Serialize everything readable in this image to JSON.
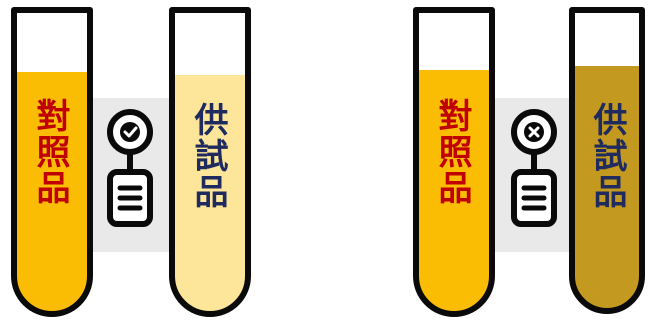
{
  "panels": [
    {
      "control": {
        "label": "對照品",
        "fill_color": "#fbbd04",
        "fill_level": 0.78
      },
      "sample": {
        "label": "供試品",
        "fill_color": "#fde59a",
        "fill_level": 0.76
      },
      "result_icon": "check-icon",
      "connector_icon": "document-icon",
      "badge_background": "#e9e9e9"
    },
    {
      "control": {
        "label": "對照品",
        "fill_color": "#fbbd04",
        "fill_level": 0.79
      },
      "sample": {
        "label": "供試品",
        "fill_color": "#c39a1f",
        "fill_level": 0.8
      },
      "result_icon": "cross-icon",
      "connector_icon": "document-icon",
      "badge_background": "#e9e9e9"
    }
  ],
  "colors": {
    "outline": "#0a0a0a",
    "control_text": "#c00000",
    "sample_text": "#1f2a5e"
  }
}
